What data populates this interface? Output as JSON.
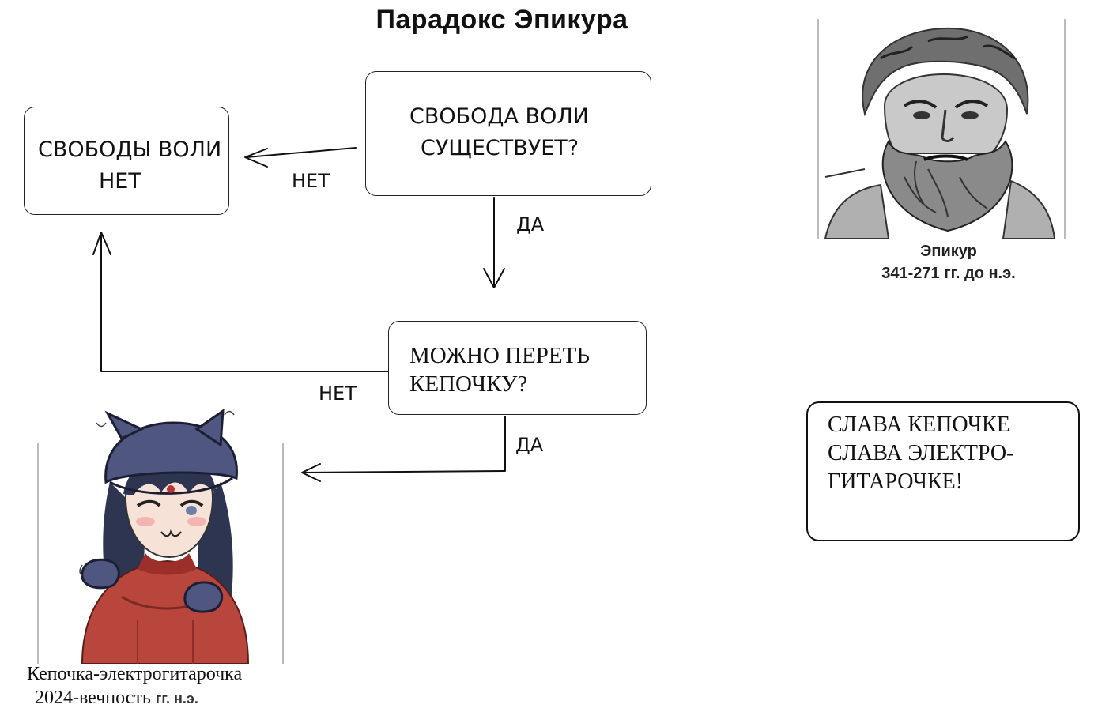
{
  "title": "Парадокс Эпикура",
  "nodes": {
    "question_free_will": {
      "line1": "СВОБОДА ВОЛИ",
      "line2": "СУЩЕСТВУЕТ?"
    },
    "no_free_will": {
      "line1": "СВОБОДЫ ВОЛИ",
      "line2": "НЕТ"
    },
    "question_kepochka": {
      "line1": "МОЖНО ПЕРЕТЬ",
      "line2": "КЕПОЧКУ?"
    },
    "glory": {
      "line1": "СЛАВА КЕПОЧКЕ",
      "line2": "СЛАВА ЭЛЕКТРО-",
      "line3": "ГИТАРОЧКЕ!"
    }
  },
  "edges": {
    "free_will_no": "НЕТ",
    "free_will_yes": "ДА",
    "kepochka_no": "НЕТ",
    "kepochka_yes": "ДА"
  },
  "epicurus": {
    "name": "Эпикур",
    "years": "341-271 гг. до н.э."
  },
  "kepochka": {
    "name": "Кепочка-электрогитарочка",
    "years": "2024-вечность",
    "suffix": "гг. н.э."
  }
}
